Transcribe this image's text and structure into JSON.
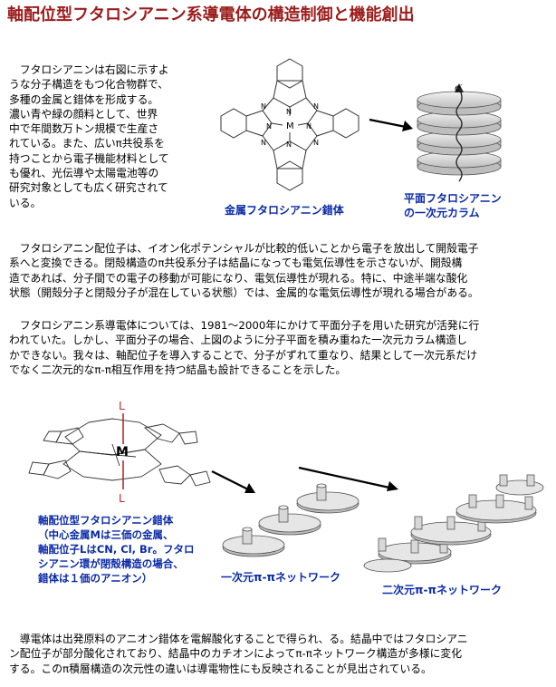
{
  "title": "軸配位型フタロシアニン系導電体の構造制御と機能創出",
  "intro_lines": [
    "　フタロシアニンは右図に示すよ",
    "うな分子構造をもつ化合物群で、",
    "多種の金属と錯体を形成する。",
    "濃い青や緑の顔料として、世界",
    "中で年間数万トン規模で生産さ",
    "れている。また、広いπ共役系を",
    "持つことから電子機能材料として",
    "も優れ、光伝導や太陽電池等の",
    "研究対象としても広く研究されて",
    "いる。"
  ],
  "fig1": {
    "mol_label": "金属フタロシアニン錯体",
    "column_label_1": "平面フタロシアニン",
    "column_label_2": "の一次元カラム",
    "electron": "e",
    "electron_sup": "-",
    "atom_n": "N",
    "atom_m": "M"
  },
  "para2_lines": [
    "　フタロシアニン配位子は、イオン化ポテンシャルが比較的低いことから電子を放出して開殻電子",
    "系へと変換できる。閉殻構造のπ共役系分子は結晶になっても電気伝導性を示さないが、開殻構",
    "造であれば、分子間での電子の移動が可能になり、電気伝導性が現れる。特に、中途半端な酸化",
    "状態（開殻分子と閉殻分子が混在している状態）では、金属的な電気伝導性が現れる場合がある。"
  ],
  "para3_lines": [
    "　フタロシアニン系導電体については、1981～2000年にかけて平面分子を用いた研究が活発に行",
    "われていた。しかし、平面分子の場合、上図のように分子平面を積み重ねた一次元カラム構造し",
    "かできない。我々は、軸配位子を導入することで、分子がずれて重なり、結果として一次元系だけ",
    "でなく二次元的なπ-π相互作用を持つ結晶も設計できることを示した。"
  ],
  "fig2": {
    "atom_l": "L",
    "atom_m": "M",
    "label_lines": [
      "軸配位型フタロシアニン錯体",
      "（中心金属Mは三価の金属、",
      "軸配位子LはCN, Cl, Br。フタロ",
      "シアニン環が閉殻構造の場合、",
      "錯体は１価のアニオン）"
    ],
    "net1_label": "一次元π-πネットワーク",
    "net2_label": "二次元π-πネットワーク"
  },
  "para4_lines": [
    "　導電体は出発原料のアニオン錯体を電解酸化することで得られ、る。結晶中ではフタロシアニ",
    "ン配位子が部分酸化されており、結晶中のカチオンによってπ-πネットワーク構造が多様に変化",
    "する。このπ積層構造の次元性の違いは導電物性にも反映されることが見出されている。"
  ],
  "colors": {
    "title": "#9c1c1c",
    "caption": "#0a2aa8",
    "ligand": "#c0282c"
  }
}
